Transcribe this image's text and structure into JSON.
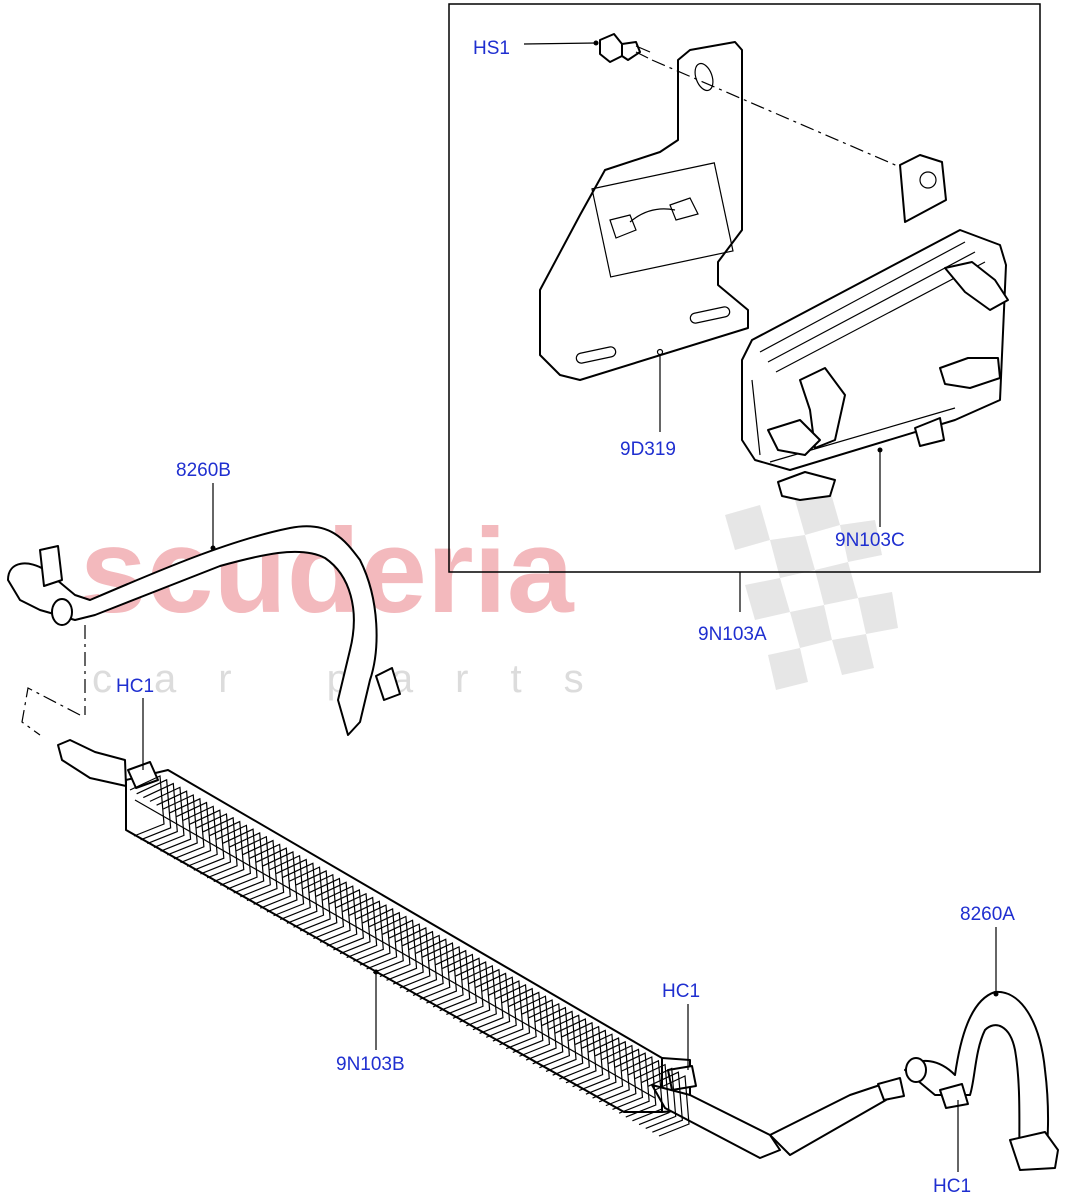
{
  "watermark": {
    "brand": "scuderia",
    "tagline": "car parts"
  },
  "callouts": {
    "hs1": "HS1",
    "d319": "9D319",
    "n103c": "9N103C",
    "n103a": "9N103A",
    "b8260": "8260B",
    "hc1_top": "HC1",
    "n103b": "9N103B",
    "hc1_mid": "HC1",
    "a8260": "8260A",
    "hc1_bottom": "HC1"
  },
  "colors": {
    "label": "#1f2fd0",
    "watermark": "#f3b9bd",
    "line": "#000000"
  }
}
